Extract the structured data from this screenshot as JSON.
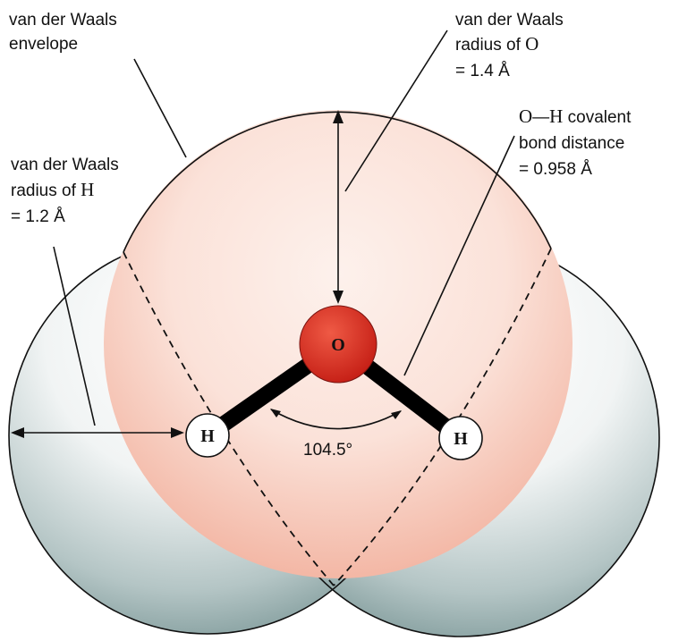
{
  "labels": {
    "vdw_envelope_line1": "van der Waals",
    "vdw_envelope_line2": "envelope",
    "vdw_o_line1": "van der Waals",
    "vdw_o_line2": "radius of ",
    "vdw_o_atom": "O",
    "vdw_o_line3": "= 1.4 Å",
    "oh_bond_atom_o": "O",
    "oh_bond_dash": "—",
    "oh_bond_atom_h": "H",
    "oh_bond_line1_rest": " covalent",
    "oh_bond_line2": "bond distance",
    "oh_bond_line3": "= 0.958 Å",
    "vdw_h_line1": "van der Waals",
    "vdw_h_line2": "radius of ",
    "vdw_h_atom": "H",
    "vdw_h_line3": "= 1.2 Å",
    "angle": "104.5°"
  },
  "atoms": {
    "oxygen": "O",
    "hydrogen_left": "H",
    "hydrogen_right": "H"
  },
  "colors": {
    "oxygen_fill": "#d8261c",
    "oxygen_region": "#f6c4b6",
    "hydrogen_region": "#b9cccc",
    "bond": "#000000"
  }
}
